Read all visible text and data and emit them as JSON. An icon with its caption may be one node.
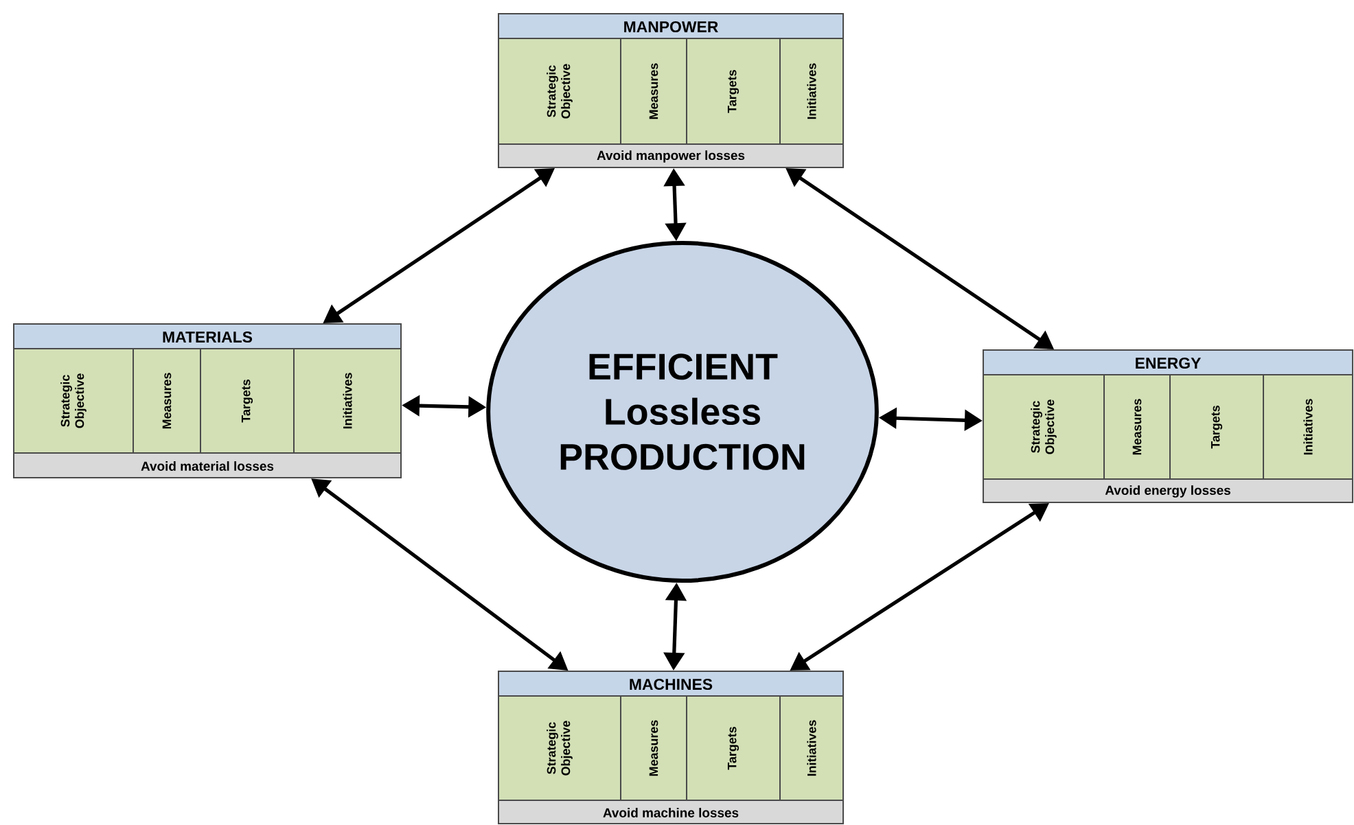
{
  "diagram": {
    "nodes": [
      {
        "text": [
          "MANPOWER",
          "Avoid manpower losses"
        ]
      },
      {
        "text": [
          "Strategic Objective"
        ],
        "in": 0
      },
      {
        "text": [
          "Measures"
        ],
        "in": 0
      },
      {
        "text": [
          "Targets"
        ],
        "in": 0
      },
      {
        "text": [
          "Initiatives"
        ],
        "in": 0
      },
      {
        "text": [
          "MATERIALS",
          "Avoid material losses"
        ]
      },
      {
        "text": [
          "Strategic Objective"
        ],
        "in": 5
      },
      {
        "text": [
          "Measures"
        ],
        "in": 5
      },
      {
        "text": [
          "Targets"
        ],
        "in": 5
      },
      {
        "text": [
          "Initiatives"
        ],
        "in": 5
      },
      {
        "text": [
          "EFFICIENT Lossless PRODUCTION"
        ]
      },
      {
        "text": [
          "ENERGY",
          "Avoid energy losses"
        ]
      },
      {
        "text": [
          "Strategic Objective"
        ],
        "in": 11
      },
      {
        "text": [
          "Measures"
        ],
        "in": 11
      },
      {
        "text": [
          "Targets"
        ],
        "in": 11
      },
      {
        "text": [
          "Initiatives"
        ],
        "in": 11
      },
      {
        "text": [
          "MACHINES",
          "Avoid machine losses"
        ]
      },
      {
        "text": [
          "Strategic Objective"
        ],
        "in": 16
      },
      {
        "text": [
          "Measures"
        ],
        "in": 16
      },
      {
        "text": [
          "Targets"
        ],
        "in": 16
      },
      {
        "text": [
          "Initiatives"
        ],
        "in": 16
      }
    ],
    "edges": [
      {
        "from": 0,
        "to": 5,
        "arrow": "both"
      },
      {
        "from": 0,
        "to": 11,
        "arrow": "both"
      },
      {
        "from": 10,
        "to": 0,
        "arrow": "both"
      },
      {
        "from": 10,
        "to": 5,
        "arrow": "both"
      },
      {
        "from": 10,
        "to": 11,
        "arrow": "both"
      },
      {
        "from": 10,
        "to": 16,
        "arrow": "both"
      },
      {
        "from": 5,
        "to": 16,
        "arrow": "both"
      },
      {
        "from": 11,
        "to": 16,
        "arrow": "both"
      }
    ]
  }
}
